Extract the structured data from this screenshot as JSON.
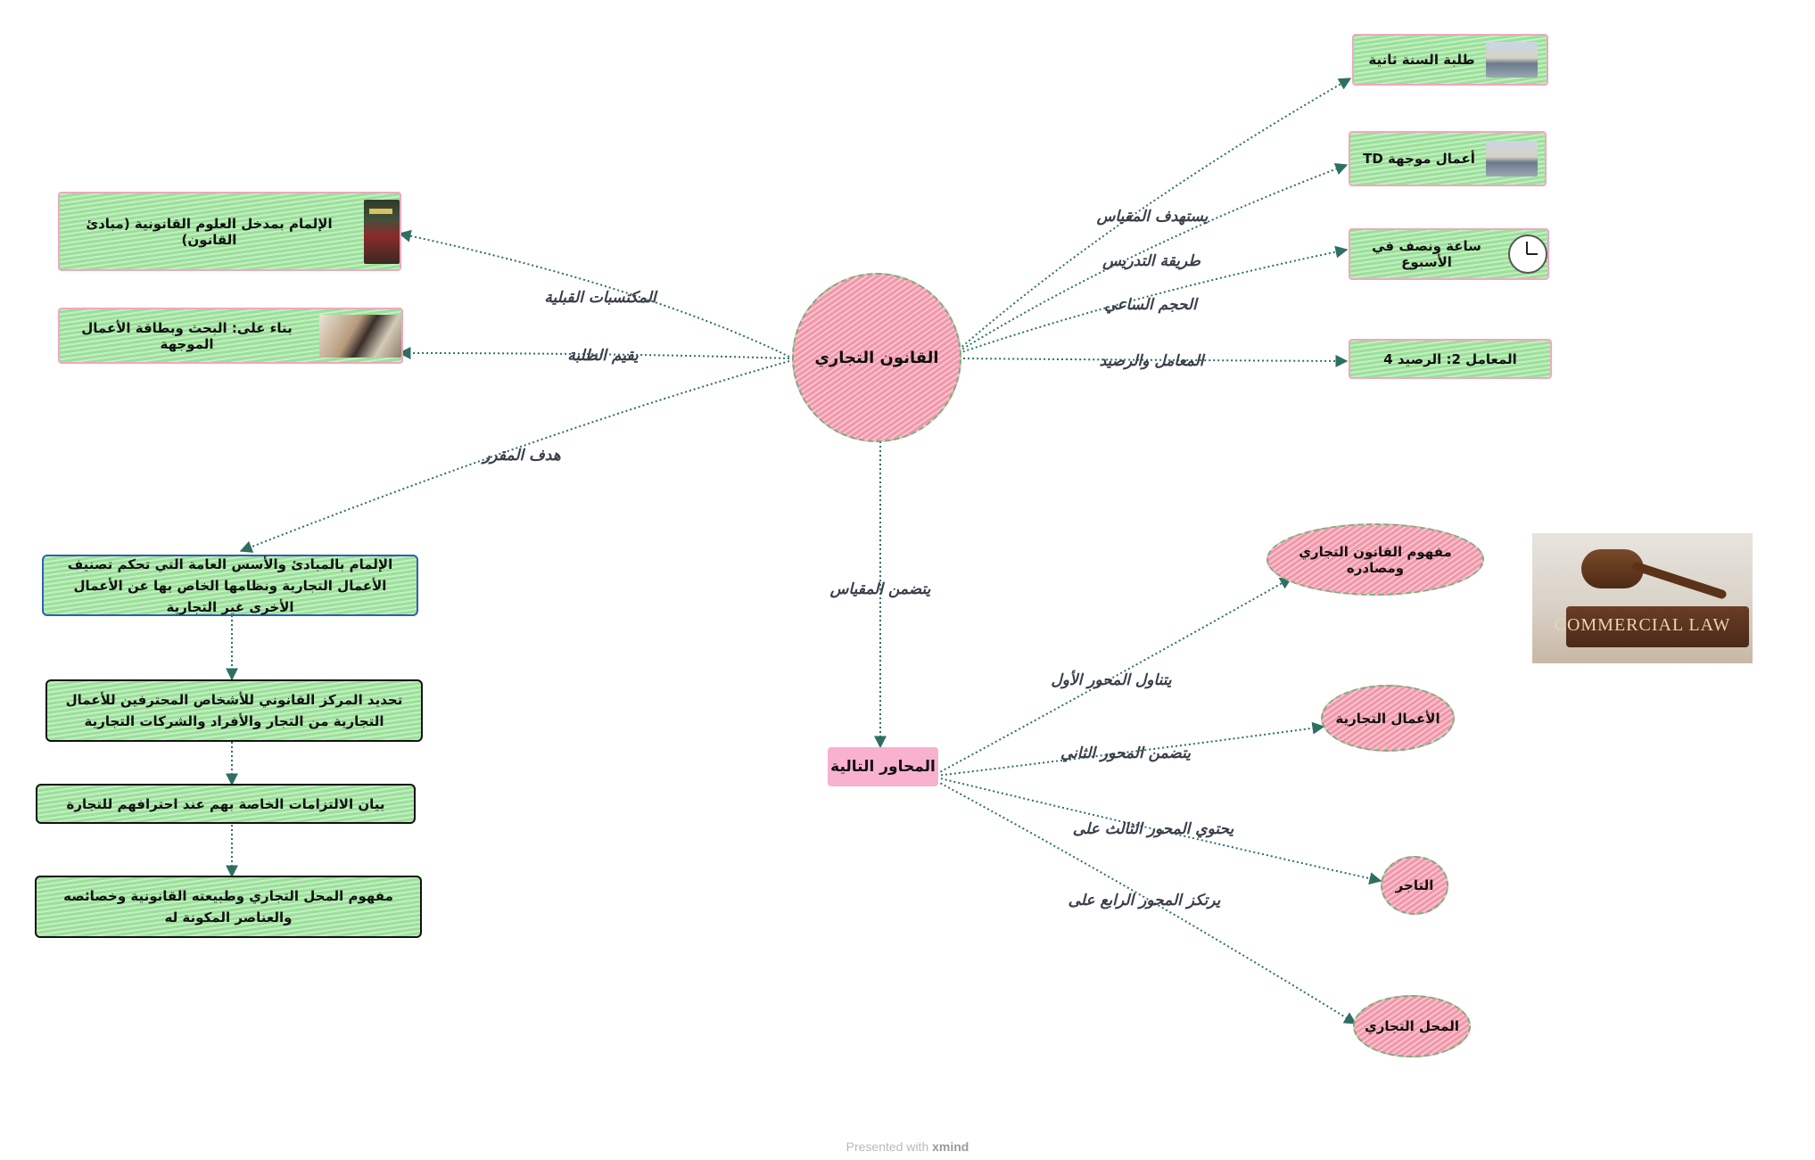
{
  "center": {
    "title": "القانون التجاري"
  },
  "axes_hub": {
    "title": "المحاور التالية"
  },
  "links": {
    "prereq": "المكتسبات القبلية",
    "evaluation": "يقيم الطلبة",
    "goal": "هدف المقرر",
    "target": "يستهدف المقياس",
    "method": "طريقة التدريس",
    "hours": "الحجم الساعي",
    "coef": "المعامل والرصيد",
    "contains": "يتضمن المقياس",
    "axis1": "يتناول المحور الأول",
    "axis2": "يتضمن  المحور الثاني",
    "axis3": "يحتوي المحور الثالث على",
    "axis4": "يرتكز المحور الرابع على"
  },
  "left_nodes": {
    "prereq": "الإلمام بمدخل العلوم القانونية (مبادئ القانون)",
    "evaluation": "بناء على: البحث وبطاقة الأعمال الموجهة"
  },
  "right_nodes": {
    "target": "طلبة السنة ثانية",
    "method": "أعمال موجهة TD",
    "hours": "ساعة ونصف في الأسبوع",
    "coef": "المعامل 2: الرصيد 4"
  },
  "goals": [
    "الإلمام بالمبادئ والأسس العامة التي تحكم تصنيف الأعمال التجارية ونظامها الخاص بها عن الأعمال الأخرى غير التجارية",
    "تحديد المركز القانوني للأشخاص المحترفين للأعمال التجارية من التجار والأفراد والشركات التجارية",
    "بيان الالتزامات الخاصة بهم عند احترافهم للتجارة",
    "مفهوم المحل التجاري وطبيعته القانونية وخصائصه والعناصر المكونة له"
  ],
  "axes": [
    "مفهوم القانون التجاري ومصادره",
    "الأعمال التجارية",
    "التاجر",
    "المحل التجاري"
  ],
  "images": {
    "law_book_text": "COMMERCIAL LAW",
    "icons": [
      "classroom-photo-icon",
      "lecture-hall-photo-icon",
      "clock-icon",
      "book-cover-icon",
      "student-photo-icon",
      "gavel-image"
    ]
  },
  "footer": {
    "prefix": "Presented with",
    "brand": "xmind"
  },
  "colors": {
    "link": "#2d6f63",
    "green_fill": "#a6e6a4",
    "pink_fill": "#f6a6b6",
    "hub_fill": "#f8b1cf"
  }
}
